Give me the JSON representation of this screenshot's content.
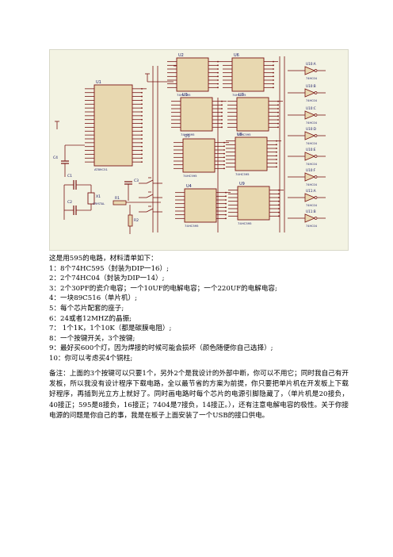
{
  "schematic": {
    "chips": [
      {
        "label": "U1",
        "sub": "AT89C51"
      },
      {
        "label": "U2",
        "sub": "74HC595"
      },
      {
        "label": "U3",
        "sub": "74HC595"
      },
      {
        "label": "U4",
        "sub": "74HC595"
      },
      {
        "label": "U5",
        "sub": "74HC595"
      },
      {
        "label": "U6",
        "sub": "74HC595"
      },
      {
        "label": "U7",
        "sub": "74HC595"
      },
      {
        "label": "U8",
        "sub": "74HC595"
      },
      {
        "label": "U9",
        "sub": "74HC595"
      }
    ],
    "gates": [
      "U10:A",
      "U10:B",
      "U10:C",
      "U10:D",
      "U10:E",
      "U10:F",
      "U11:A",
      "U11:B"
    ],
    "gate_part": "74HC04",
    "components": [
      "C1",
      "C2",
      "C3",
      "X1",
      "R1",
      "R2",
      "C4"
    ],
    "crystal_label": "CRYSTAL"
  },
  "content": {
    "intro": "这是用595的电路，材料清单如下：",
    "items": [
      "1：8个74HC595（封装为DIP一16）;",
      "2：2个74HC04（封装为DIP一14）;",
      "3：2个30PF的瓷介电容；一个10UF的电解电容；一个220UF的电解电容;",
      "4：一块89C516（单片机）;",
      "5：每个芯片配套的座子;",
      "6：24或者12MHZ的晶振;",
      "7：  1个1K，1个10K（都是碳膜电阻）;",
      "8：一个按键开关，3个按键;",
      "9：最好买600个灯，因为焊接的时候可能会损坏（颜色随便你自己选择）;",
      "10：你可以考虑买4个铜柱;"
    ],
    "note": "备注：上面的3个按键可以只要1个，另外2个是我设计的外部中断，你可以不用它；同时我自己有开发板，所以我没有设计程序下载电路，全以最节省的方案为前提，你只要把单片机在开发板上下载好程序，再插到光立方上就好了。同时画电路时每个芯片的电源引脚隐藏了，（单片机是20接负，40接正；595是8接负，16接正；7404是7接负，14接正。），还有注意电解电容的极性。关于你接电源的问题是你自己的事，我是在板子上面安装了一个USB的接口供电。"
  }
}
